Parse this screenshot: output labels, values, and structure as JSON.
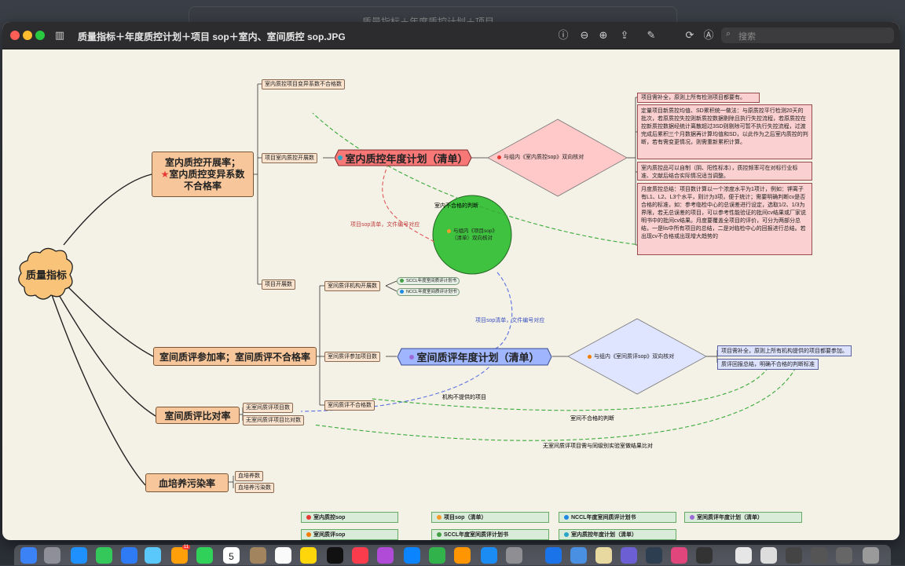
{
  "window": {
    "title": "质量指标＋年度质控计划＋项目 sop＋室内、室间质控 sop.JPG",
    "search_placeholder": "搜索"
  },
  "background_window": {
    "title": "质量指标＋年度质控计划＋项目"
  },
  "mindmap": {
    "root": "质量指标",
    "branch_indoor": "室内质控开展率；室内质控变异系数不合格率",
    "branch_indoor_l1": "室内质控开展率；",
    "branch_indoor_l2": "室内质控变异系数",
    "branch_indoor_l3": "不合格率",
    "branch_eqa": "室间质评参加率；室间质评不合格率",
    "branch_compare": "室间质评比对率",
    "branch_blood": "血培养污染率",
    "indoor_items": [
      "室内质控项目变异系数不合格数",
      "项目室内质控开展数",
      "项目开展数"
    ],
    "eqa_items": [
      "室间质评机构开展数",
      "室间质评参加项目数",
      "室间质评不合格数"
    ],
    "compare_items": [
      "无室间质评项目数",
      "无室间质评项目比对数"
    ],
    "blood_items": [
      "血培养数",
      "血培养污染数"
    ],
    "indoor_plan": "室内质控年度计划（清单）",
    "eqa_plan": "室间质评年度计划（清单）",
    "indoor_diamond": "与组内《室内质控sop》双向核对",
    "eqa_diamond": "与组内《室间质评sop》双向核对",
    "green_circle_l1": "与组内《项目sop》",
    "green_circle_l2": "（清单）双向核对",
    "tag_sccl": "SCCL年度室间质评计划书",
    "tag_nccl": "NCCL年度室间质评计划书",
    "indoor_notes": [
      "项目需补全，原则上所有检测项目都要有。",
      "定量项目新质控均值、SD累积统一做法：与原质控平行检测20天的批次，若原质控失控则新质控数据剔除且执行失控流程，若原质控在控新质控数据经统计离散超过3SD则剔除可暂不执行失控流程，过渡完成后累积三个月数据再计算均值和SD，以此作为之后室内质控的判断，若有需变更情况，则需重新累积计算。",
      "室内质控品可以自制（阴、阳性标本），质控频率可在对标行业标准、文献后结合实际情况适当调整。",
      "月度质控总结：项目数计算以一个浓度水平为1项计，例如：钾离子有L1、L2、L3个水平，则计为3项，便于统计；需要明确判断cv是否合格的标准，如：参考临检中心的总误差进行设定，选取1/2、1/3为界限，若无总误差的项目，可以参考性能验证的批间cv结果或厂家说明书中的批间cv结果。月度要覆盖全项目的评价，可分为两部分总结，一是lis中所有项目的总结，二是对临检中心的回报进行总结。若出现cv不合格或出现增大趋势的"
    ],
    "eqa_notes": [
      "项目需补全，原则上所有机构提供的项目都要参加。",
      "质评回报总结，明确不合格的判断标准"
    ],
    "labels": {
      "indoor_judge": "室内不合格的判断",
      "sop_red": "项目sop清单，文件编号对应",
      "sop_blue": "项目sop清单，文件编号对应",
      "no_provide": "机构不提供的项目",
      "eqa_judge": "室间不合格的判断",
      "no_eqa_compare": "无室间质评项目需与同级别实验室做结果比对"
    }
  },
  "legend": [
    {
      "label": "室内质控sop",
      "color": "#e53935"
    },
    {
      "label": "项目sop（清单）",
      "color": "#f59b2a"
    },
    {
      "label": "NCCL年度室间质评计划书",
      "color": "#1e88e5"
    },
    {
      "label": "室间质评年度计划（清单）",
      "color": "#9c6ad8"
    },
    {
      "label": "室间质评sop",
      "color": "#f57c00"
    },
    {
      "label": "SCCL年度室间质评计划书",
      "color": "#43a047"
    },
    {
      "label": "室内质控年度计划（清单）",
      "color": "#26a6c9"
    }
  ],
  "dock": {
    "calendar_day": "5",
    "badge": "11"
  }
}
